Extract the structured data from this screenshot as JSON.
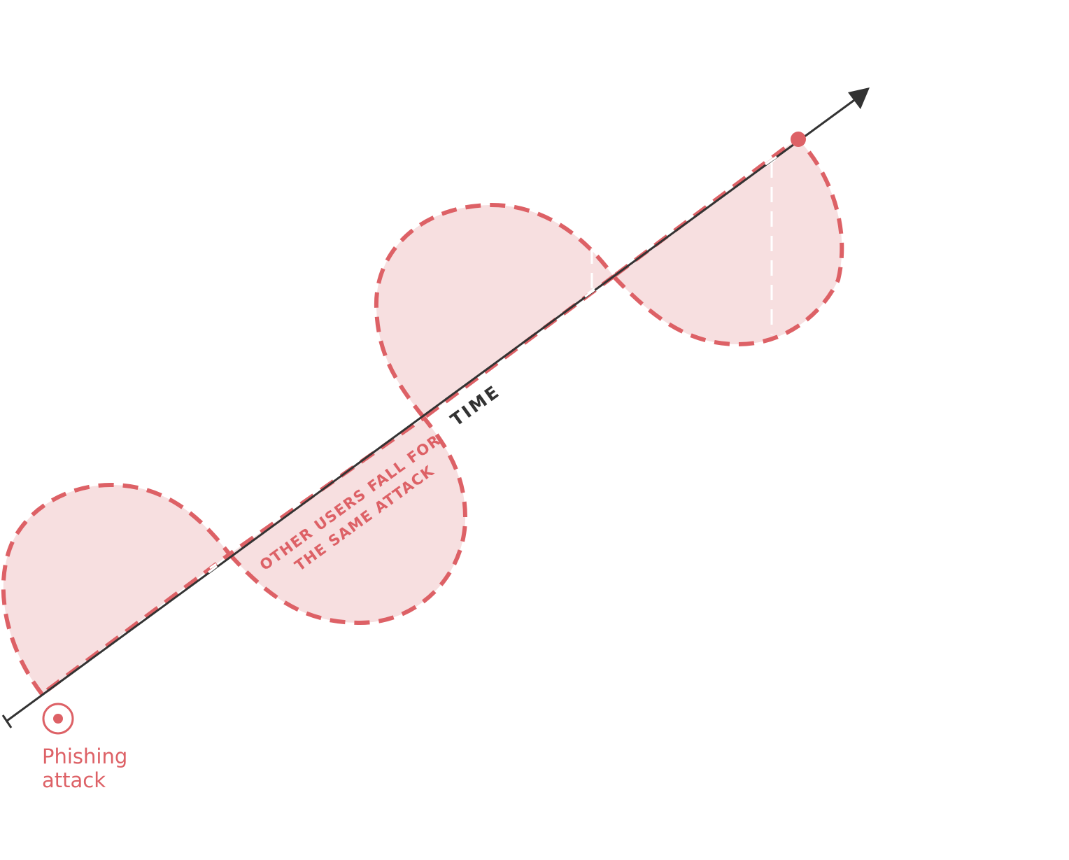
{
  "axis": {
    "label": "TIME"
  },
  "wave": {
    "label_line1": "OTHER USERS FALL FOR",
    "label_line2": "THE SAME ATTACK"
  },
  "event": {
    "label_line1": "Phishing",
    "label_line2": "attack",
    "icon": "target-icon"
  },
  "endpoint": {
    "icon": "dot-icon"
  },
  "colors": {
    "accent": "#dd6166",
    "fill": "#f7dfe0",
    "axis": "#333333",
    "background": "#ffffff"
  }
}
